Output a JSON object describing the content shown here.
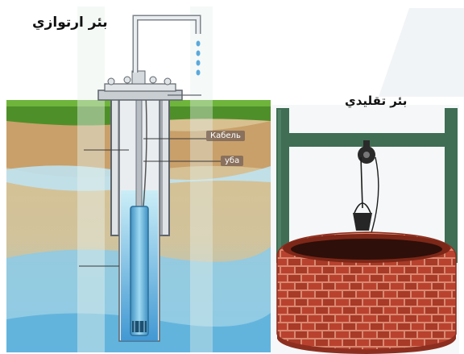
{
  "labels": {
    "artesian_well": "بئر ارتوازي",
    "traditional_well": "بئر تقليدي",
    "cable": "Кабель",
    "pipe": "уба"
  },
  "colors": {
    "sky": "#ffffff",
    "grass": "#4f8f2a",
    "soil_top": "#c79a63",
    "soil_mid": "#d9bf8e",
    "water_band": "#bfe2f0",
    "aquifer": "#8fcbe6",
    "well_frame": "#3f6e55",
    "brick": "#b9422f",
    "mortar": "#d98870",
    "casing": "#8a8f96",
    "pump_water": "#6ec6e8"
  }
}
